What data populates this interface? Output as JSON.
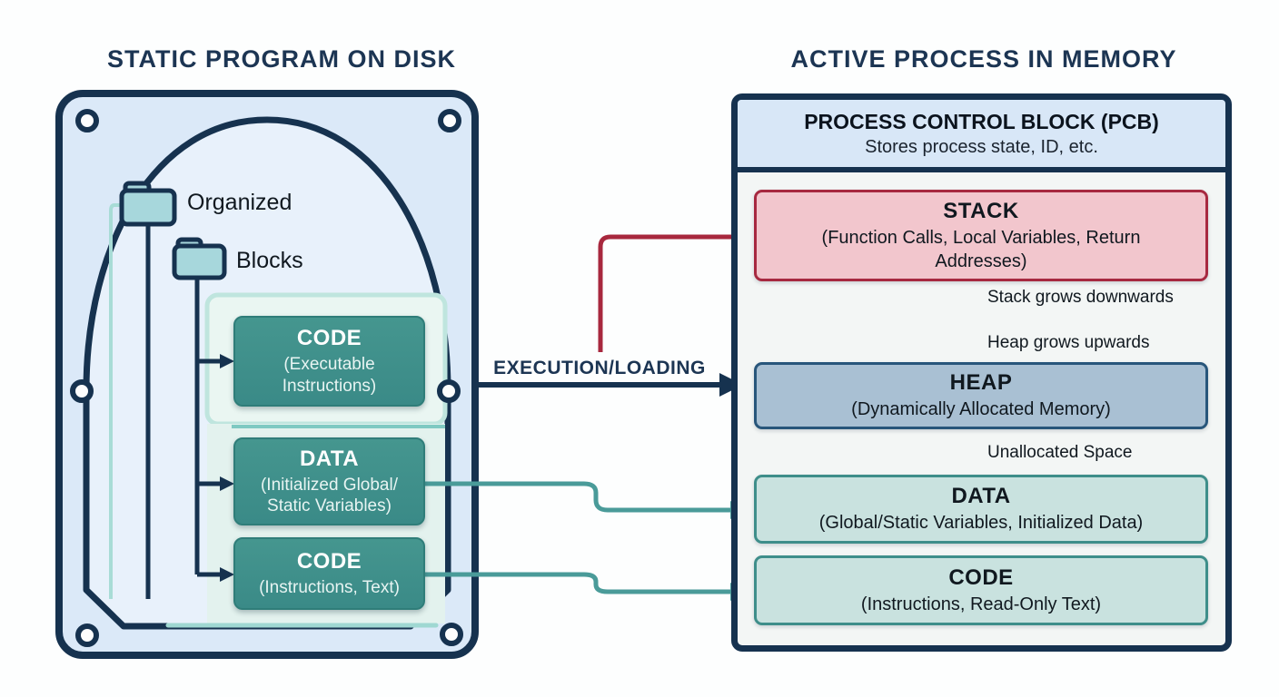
{
  "left_panel": {
    "title": "STATIC PROGRAM ON DISK",
    "folder1_label": "Organized",
    "folder2_label": "Blocks",
    "block1_title": "CODE",
    "block1_subtitle": "(Executable Instructions)",
    "block2_title": "DATA",
    "block2_subtitle": "(Initialized Global/ Static Variables)",
    "block3_title": "CODE",
    "block3_subtitle": "(Instructions, Text)"
  },
  "flow": {
    "label": "EXECUTION/LOADING"
  },
  "right_panel": {
    "title": "ACTIVE PROCESS IN MEMORY",
    "pcb_title": "PROCESS CONTROL BLOCK (PCB)",
    "pcb_subtitle": "Stores process state, ID, etc.",
    "stack_title": "STACK",
    "stack_subtitle": "(Function Calls, Local Variables, Return Addresses)",
    "stack_note": "Stack grows downwards",
    "heap_note": "Heap grows upwards",
    "heap_title": "HEAP",
    "heap_subtitle": "(Dynamically Allocated Memory)",
    "unallocated_note": "Unallocated Space",
    "data_title": "DATA",
    "data_subtitle": "(Global/Static Variables, Initialized Data)",
    "code_title": "CODE",
    "code_subtitle": "(Instructions, Read-Only Text)"
  },
  "colors": {
    "navy": "#16324f",
    "title_navy": "#1c3553",
    "disk_fill": "#dbe9f8",
    "platter_fill": "#e8f1fb",
    "mint_fill": "#e3f2ee",
    "mint_line": "#a8dcd6",
    "folder_fill": "#a7d7dc",
    "teal_block": "#3e908c",
    "stack_pink": "#f2c6cd",
    "stack_red": "#a72940",
    "heap_blue": "#a9c0d3",
    "heap_border": "#28567b",
    "data_teal": "#c9e2df",
    "data_border": "#3e8e8a",
    "pcb_blue": "#d8e7f7",
    "arrow_teal": "#4a9b99",
    "arrow_heap_navy": "#1e567f",
    "arrow_dark": "#2c3a47",
    "arrow_red": "#a8283e"
  }
}
